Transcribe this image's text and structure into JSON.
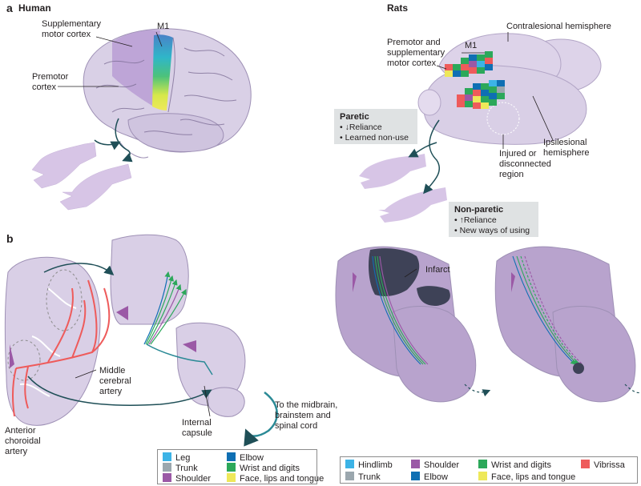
{
  "panel_a": {
    "letter": "a",
    "human": {
      "title": "Human",
      "supplementary": [
        "Supplementary",
        "motor cortex"
      ],
      "m1": "M1",
      "premotor": [
        "Premotor",
        "cortex"
      ]
    },
    "rats": {
      "title": "Rats",
      "contralesional": "Contralesional hemisphere",
      "premotor_supp": [
        "Premotor and",
        "supplementary",
        "motor cortex"
      ],
      "m1": "M1",
      "ipsilesional": [
        "Ipsilesional",
        "hemisphere"
      ],
      "injured": [
        "Injured or",
        "disconnected",
        "region"
      ],
      "paretic": {
        "title": "Paretic",
        "items": [
          "• ↓Reliance",
          "• Learned non-use"
        ]
      },
      "nonparetic": {
        "title": "Non-paretic",
        "items": [
          "• ↑Reliance",
          "• New ways of using"
        ]
      }
    }
  },
  "panel_b": {
    "letter": "b",
    "middle_cerebral": [
      "Middle",
      "cerebral",
      "artery"
    ],
    "anterior_choroidal": [
      "Anterior",
      "choroidal",
      "artery"
    ],
    "internal_capsule": [
      "Internal",
      "capsule"
    ],
    "to_midbrain": [
      "To the midbrain,",
      "brainstem and",
      "spinal cord"
    ],
    "infarct": "Infarct"
  },
  "legend_human": {
    "items": [
      {
        "label": "Leg",
        "color": "#3cb3e6"
      },
      {
        "label": "Elbow",
        "color": "#0f6fb3"
      },
      {
        "label": "Trunk",
        "color": "#9ba7ae"
      },
      {
        "label": "Wrist and digits",
        "color": "#2ca85a"
      },
      {
        "label": "Shoulder",
        "color": "#9b59a6"
      },
      {
        "label": "Face, lips and tongue",
        "color": "#eee85a"
      }
    ]
  },
  "legend_rat": {
    "items": [
      {
        "label": "Hindlimb",
        "color": "#3cb3e6"
      },
      {
        "label": "Shoulder",
        "color": "#9b59a6"
      },
      {
        "label": "Wrist and digits",
        "color": "#2ca85a"
      },
      {
        "label": "Vibrissa",
        "color": "#ee5b5b"
      },
      {
        "label": "Trunk",
        "color": "#9ba7ae"
      },
      {
        "label": "Elbow",
        "color": "#0f6fb3"
      },
      {
        "label": "Face, lips and tongue",
        "color": "#eee85a"
      }
    ]
  }
}
